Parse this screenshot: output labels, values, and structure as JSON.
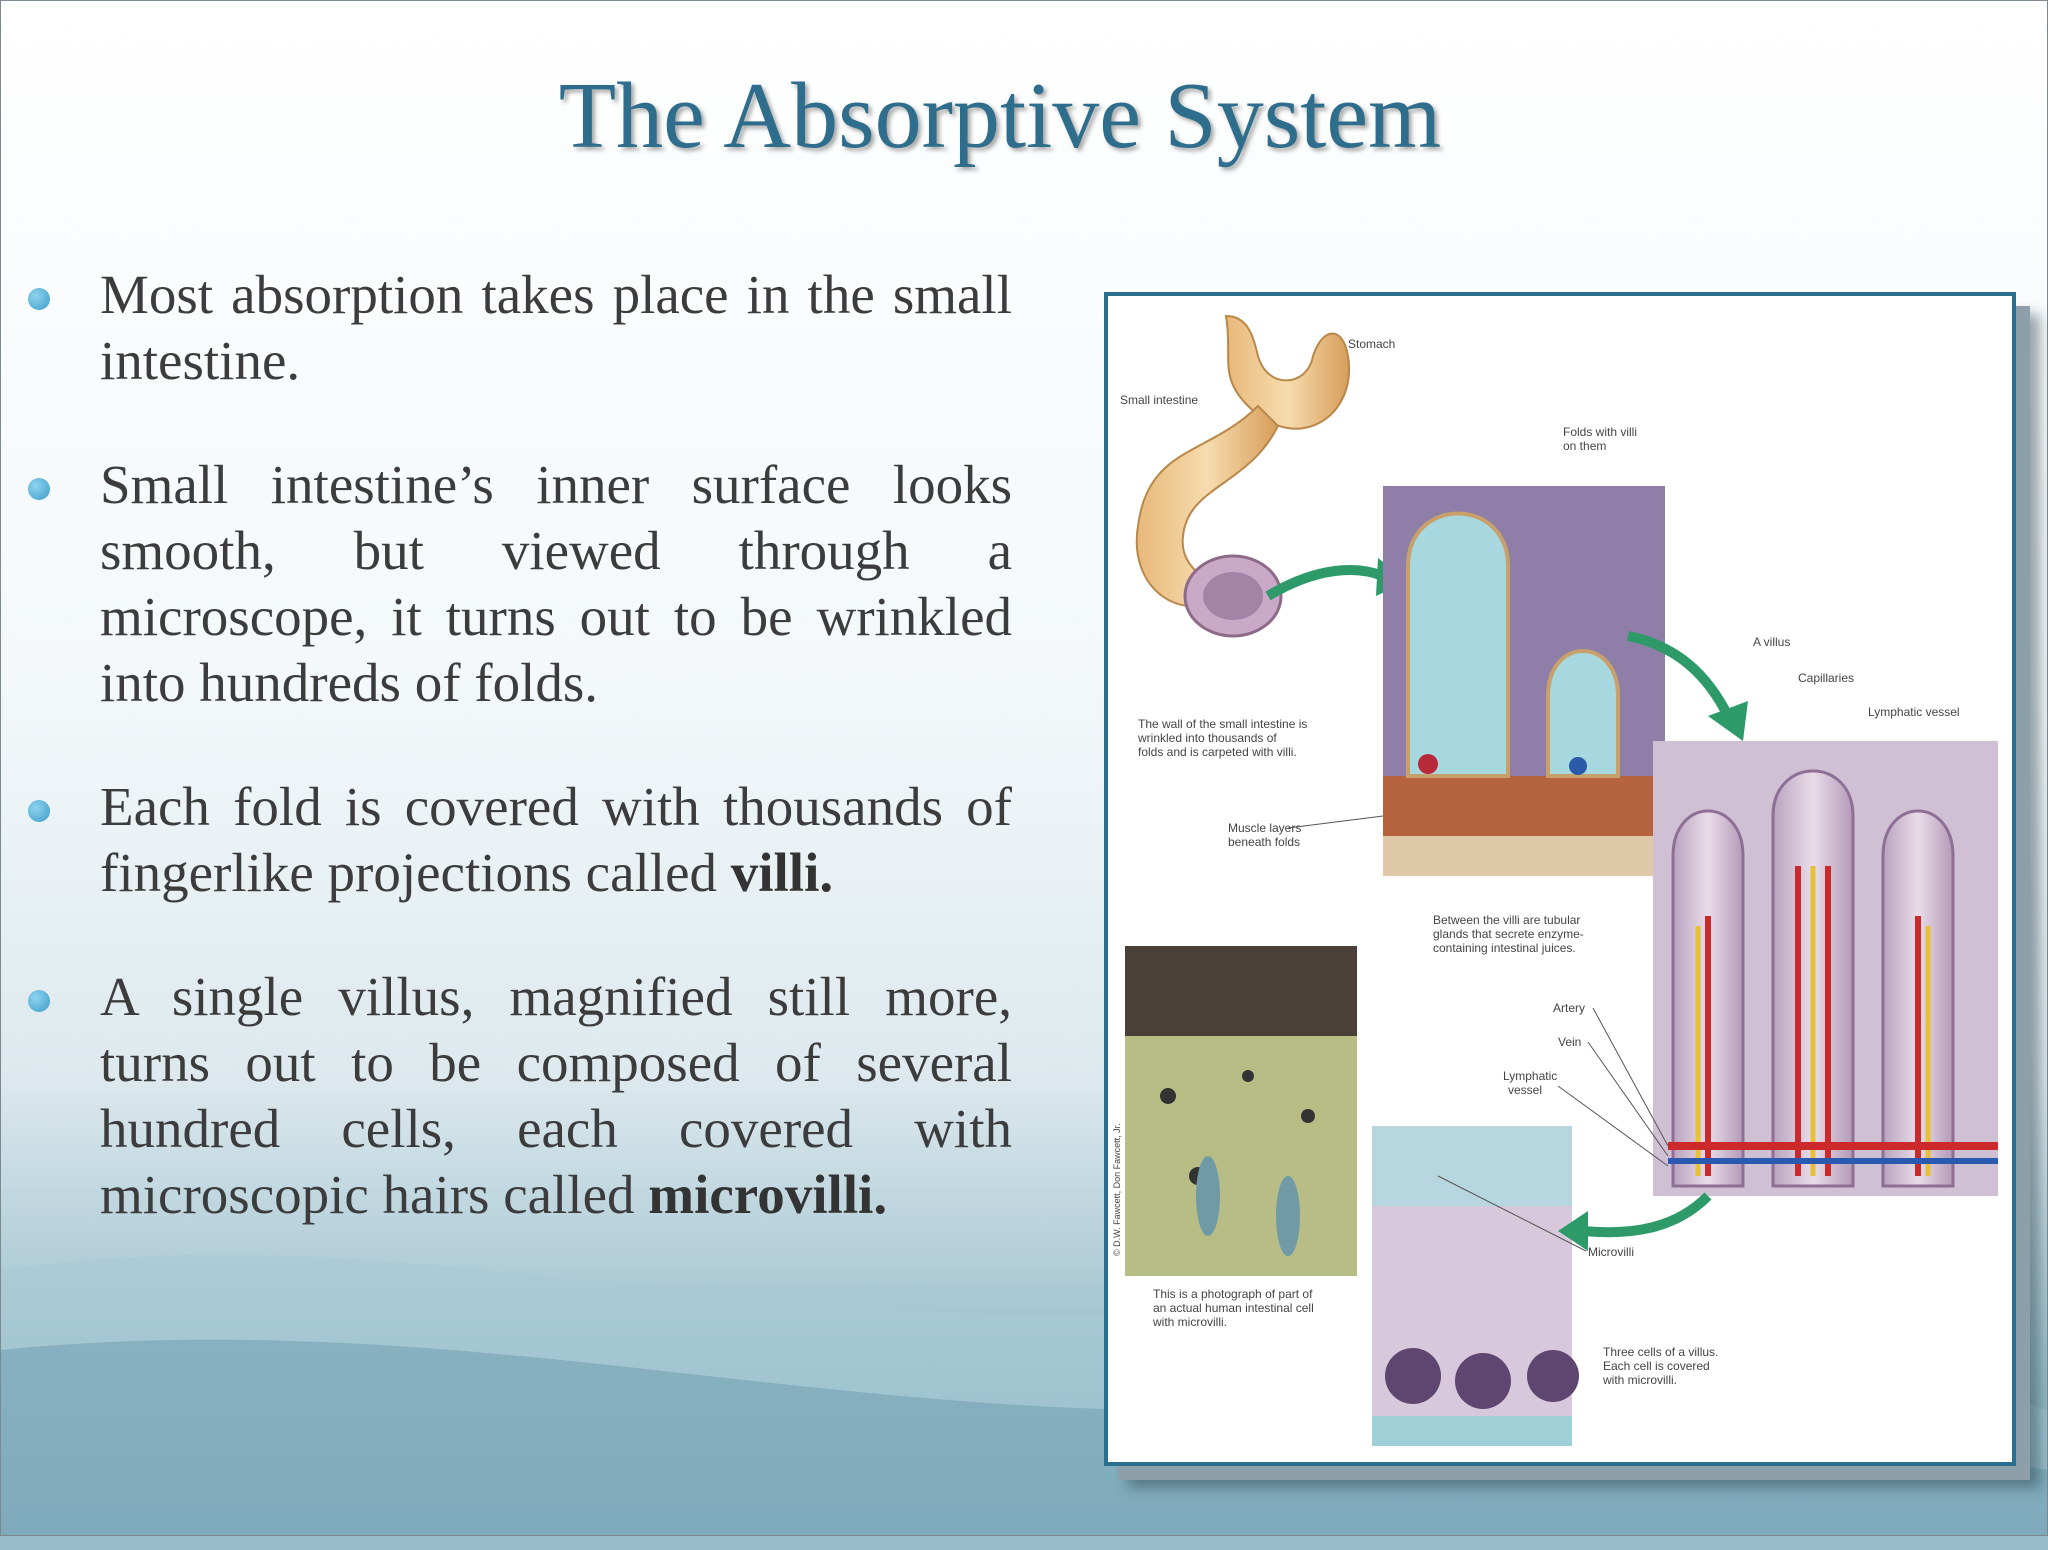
{
  "title": "The Absorptive System",
  "bullets": [
    {
      "text": "Most absorption takes place in the small intestine."
    },
    {
      "text": "Small intestine’s inner surface looks smooth, but viewed through a microscope, it turns out to be wrinkled into hundreds of folds."
    },
    {
      "text_before": " Each fold is covered with thousands of fingerlike projections called ",
      "bold": "villi."
    },
    {
      "text_before": "A single villus, magnified still more, turns out to be composed of several hundred cells, each covered with microscopic hairs called ",
      "bold": "microvilli."
    }
  ],
  "figure": {
    "labels": {
      "stomach": "Stomach",
      "small_intestine": "Small intestine",
      "folds_1": "Folds with villi",
      "folds_2": "on them",
      "wall_1": "The wall of the small intestine is",
      "wall_2": "wrinkled into thousands of",
      "wall_3": "folds and is carpeted with villi.",
      "muscle_1": "Muscle layers",
      "muscle_2": "beneath folds",
      "villus": "A villus",
      "capillaries": "Capillaries",
      "lymphatic_vessel": "Lymphatic vessel",
      "between_1": "Between the villi are tubular",
      "between_2": "glands that secrete enzyme-",
      "between_3": "containing intestinal juices.",
      "artery": "Artery",
      "vein": "Vein",
      "lymphatic_1": "Lymphatic",
      "lymphatic_2": "vessel",
      "microvilli": "Microvilli",
      "photo_1": "This is a photograph of part of",
      "photo_2": "an actual human intestinal cell",
      "photo_3": "with microvilli.",
      "cells_1": "Three cells of a villus.",
      "cells_2": "Each cell is covered",
      "cells_3": "with microvilli.",
      "credit": "© D.W. Fawcett, Don Fawcett, Jr."
    }
  }
}
